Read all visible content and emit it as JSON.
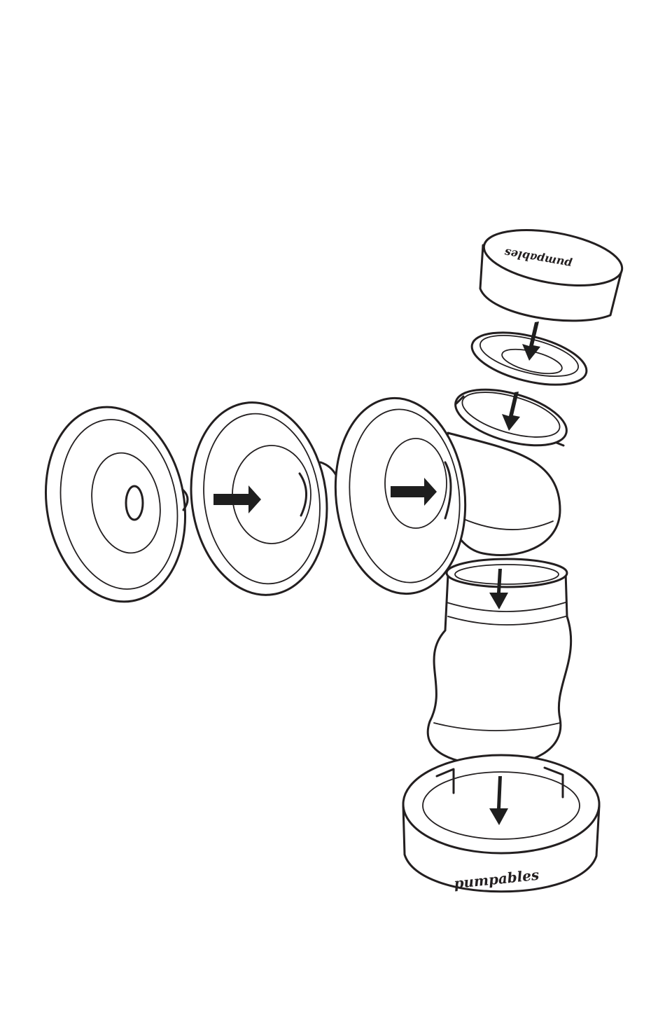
{
  "diagram": {
    "brand_text_base": "pumpables",
    "brand_text_cap": "pumpables",
    "parts": [
      "cap",
      "sealing-disc",
      "valve-ring",
      "breast-shield-large",
      "breast-shield-medium",
      "pump-body",
      "bottle",
      "bottle-stand"
    ],
    "line_color": "#231f20",
    "arrow_color": "#1e1e1e",
    "background": "#ffffff"
  }
}
